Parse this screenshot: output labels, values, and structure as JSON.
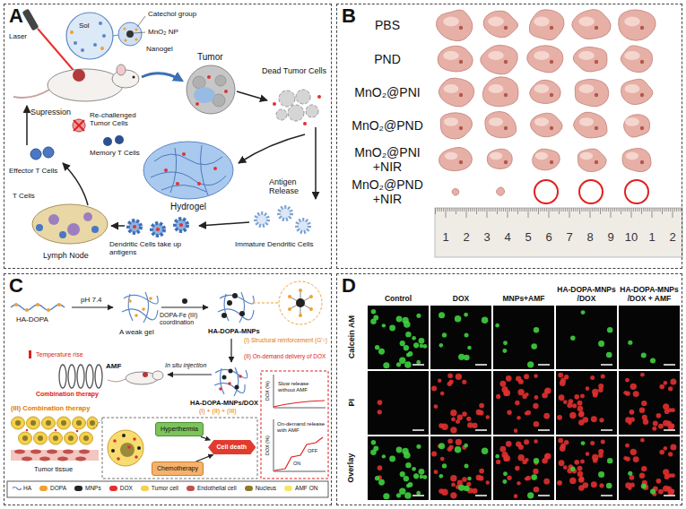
{
  "diagram": {
    "nodes": [
      {
        "text": [
          "A"
        ]
      },
      {
        "text": [
          "B"
        ]
      },
      {
        "text": [
          "C"
        ]
      },
      {
        "text": [
          "D"
        ]
      },
      {
        "text": [
          "Hyperthermia"
        ],
        "in": 2
      },
      {
        "text": [
          "Chemotherapy"
        ],
        "in": 2
      },
      {
        "text": [
          "Cell death"
        ],
        "in": 2
      }
    ],
    "edges": [
      {
        "from": 4,
        "to": 6,
        "arrow": "to"
      },
      {
        "from": 5,
        "to": 6,
        "arrow": "to"
      }
    ],
    "labels": [
      "Laser",
      "Sol",
      "Catechol group",
      "MnO₂ NP",
      "Nanogel",
      "Tumor",
      "Dead Tumor Cells",
      "Supression",
      "Re-challenged Tumor Cells",
      "Memory T Cells",
      "Effector T Cells",
      "Hydrogel",
      "Antigen Release",
      "T Cells",
      "Lymph Node",
      "Dendritic Cells take up antigens",
      "Immature Dendritic Cells",
      "PBS",
      "PND",
      "MnO₂@PNI",
      "MnO₂@PND",
      "MnO₂@PNI +NIR",
      "MnO₂@PND +NIR",
      "1",
      "2",
      "3",
      "4",
      "5",
      "6",
      "7",
      "8",
      "9",
      "10",
      "1",
      "2",
      "HA-DOPA",
      "pH 7.4",
      "A weak gel",
      "DOPA-Fe (III) coordination",
      "HA-DOPA-MNPs",
      "(I) Structural reinforcement (G'↑)",
      "(II) On-demand delivery of DOX",
      "HA-DOPA-MNPs/DOX",
      "(I) + (II) + (III)",
      "In situ injection",
      "AMF",
      "Temperature rise",
      "Combination therapy",
      "(III) Combination therapy",
      "Tumor tissue",
      "DOX (%)",
      "Slow release without AMF",
      "DOX (%)",
      "ON",
      "OFF",
      "On-demand release with AMF",
      "Control",
      "DOX",
      "MNPs+AMF",
      "HA-DOPA-MNPs /DOX",
      "HA-DOPA-MNPs /DOX + AMF",
      "Calcein AM",
      "PI",
      "Overlay"
    ],
    "legend": [
      {
        "text": "HA"
      },
      {
        "text": "DOPA",
        "color": "#f0a030"
      },
      {
        "text": "MNPs",
        "color": "#222222"
      },
      {
        "text": "DOX",
        "color": "#e03030"
      },
      {
        "text": "Tumor cell",
        "color": "#f5d04a"
      },
      {
        "text": "Endothelial cell",
        "color": "#c0504d"
      },
      {
        "text": "Nucleus",
        "color": "#8a7a2a"
      },
      {
        "text": "AMF ON",
        "color": "#f5e663"
      }
    ]
  }
}
